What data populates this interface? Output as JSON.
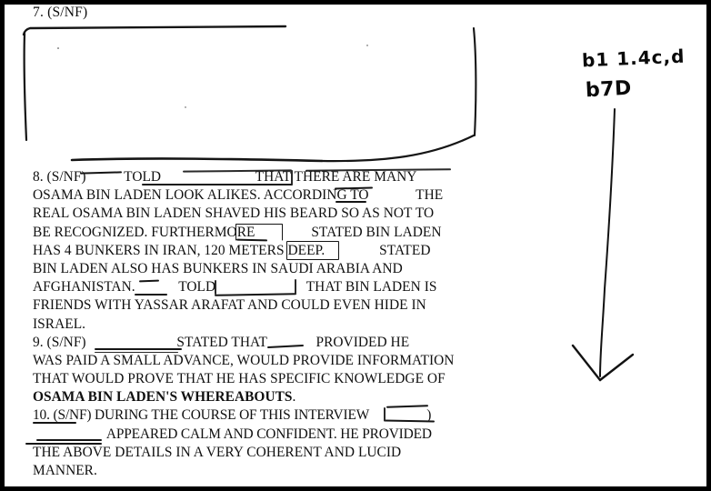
{
  "document": {
    "type": "declassified-intelligence-report-page",
    "classification_marking": "(S/NF)",
    "background_color": "#ffffff",
    "ink_color": "#101010",
    "frame_color": "#000000"
  },
  "paragraph_7": {
    "number": "7.",
    "classification": "(S/NF)",
    "label": "7.  (S/NF)",
    "body": "",
    "redacted_block": true
  },
  "paragraph_8": {
    "number": "8.",
    "classification": "(S/NF)",
    "lines": [
      {
        "segments": [
          "8.  (S/NF)",
          "TOLD",
          "THAT THERE ARE MANY"
        ]
      },
      {
        "segments": [
          "OSAMA BIN LADEN LOOK ALIKES.  ACCORDING TO",
          "THE"
        ]
      },
      {
        "segments": [
          "REAL OSAMA BIN LADEN SHAVED HIS BEARD SO AS NOT TO"
        ]
      },
      {
        "segments": [
          "BE RECOGNIZED. FURTHERMORE",
          "STATED BIN LADEN"
        ]
      },
      {
        "segments": [
          "HAS 4 BUNKERS IN IRAN, 120 METERS DEEP.",
          "STATED"
        ]
      },
      {
        "segments": [
          "BIN LADEN ALSO HAS BUNKERS IN SAUDI ARABIA AND"
        ]
      },
      {
        "segments": [
          "AFGHANISTAN.",
          "TOLD",
          "THAT BIN LADEN IS"
        ]
      },
      {
        "segments": [
          "FRIENDS WITH YASSAR ARAFAT AND COULD EVEN HIDE IN"
        ]
      },
      {
        "segments": [
          "ISRAEL."
        ]
      }
    ],
    "l1_a": "8.  (S/NF)",
    "l1_b": "TOLD",
    "l1_c": "THAT THERE ARE MANY",
    "l2_a": "OSAMA BIN LADEN LOOK ALIKES.  ACCORDING TO",
    "l2_b": "THE",
    "l3": "REAL OSAMA BIN LADEN SHAVED HIS BEARD SO AS NOT TO",
    "l4_a": "BE RECOGNIZED. FURTHERMORE",
    "l4_b": "STATED BIN LADEN",
    "l5_a": "HAS 4 BUNKERS IN IRAN, 120 METERS DEEP.",
    "l5_b": "STATED",
    "l6": "BIN LADEN ALSO HAS BUNKERS IN SAUDI ARABIA AND",
    "l7_a": "AFGHANISTAN.",
    "l7_b": "TOLD",
    "l7_c": "THAT BIN LADEN IS",
    "l8": "FRIENDS WITH YASSAR ARAFAT AND COULD EVEN HIDE IN",
    "l9": "ISRAEL."
  },
  "paragraph_9": {
    "number": "9.",
    "classification": "(S/NF)",
    "l1_a": "9.  (S/NF)",
    "l1_b": "STATED THAT",
    "l1_c": "PROVIDED HE",
    "l2": "WAS PAID A SMALL ADVANCE, WOULD PROVIDE INFORMATION",
    "l3": "THAT WOULD PROVE THAT HE HAS SPECIFIC KNOWLEDGE OF",
    "l4_bold": "OSAMA BIN LADEN'S WHEREABOUTS",
    "l4_end": "."
  },
  "paragraph_10": {
    "number": "10.",
    "classification": "(S/NF)",
    "l1_a": "10. (S/NF) DURING THE COURSE OF THIS INTERVIEW",
    "l1_b": ")",
    "l2_a": "APPEARED CALM AND CONFIDENT.  HE PROVIDED",
    "l3": "THE ABOVE DETAILS IN A VERY COHERENT AND LUCID",
    "l4": "MANNER."
  },
  "margin_annotations": {
    "exemption_code_1": "b1  1.4c,d",
    "exemption_code_2": "b7D",
    "arrow": "downward-arrow"
  }
}
